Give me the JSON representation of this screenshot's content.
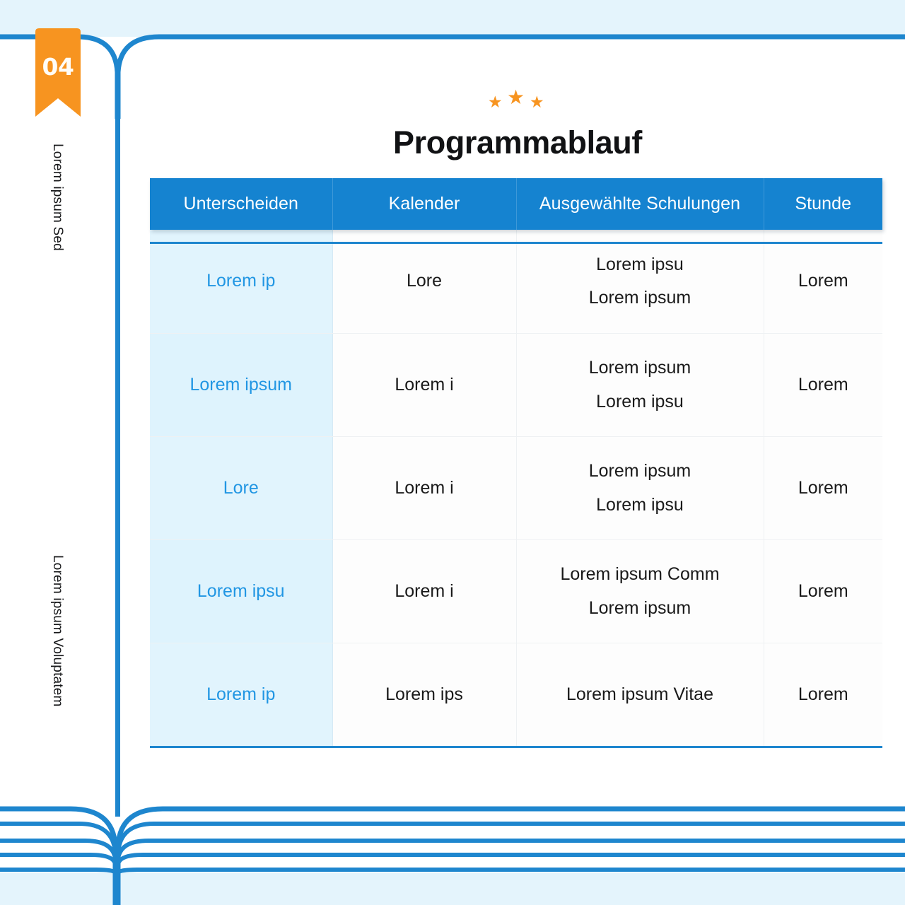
{
  "slide": {
    "number": "04",
    "side_label_top": "Lorem ipsum Sed",
    "side_label_bottom": "Lorem ipsum Voluptatem",
    "title": "Programmablauf",
    "stars": [
      "star-left-icon",
      "star-middle-icon",
      "star-right-icon"
    ]
  },
  "colors": {
    "page_background": "#e4f4fc",
    "page_white": "#ffffff",
    "accent_blue": "#1583d0",
    "line_blue": "#1e86ce",
    "ribbon_orange": "#f79420",
    "first_column_background": "#e1f4fd",
    "first_column_text": "#2196e3",
    "title_text": "#111214"
  },
  "table": {
    "headers": [
      "Unterscheiden",
      "Kalender",
      "Ausgewählte Schulungen",
      "Stunde"
    ],
    "rows": [
      {
        "col1": "Lorem ip",
        "col2": "Lore",
        "col3_line1": "Lorem ipsu",
        "col3_line2": "Lorem ipsum",
        "col4": "Lorem"
      },
      {
        "col1": "Lorem ipsum",
        "col2": "Lorem i",
        "col3_line1": "Lorem ipsum",
        "col3_line2": "Lorem ipsu",
        "col4": "Lorem"
      },
      {
        "col1": "Lore",
        "col2": "Lorem i",
        "col3_line1": "Lorem ipsum",
        "col3_line2": "Lorem ipsu",
        "col4": "Lorem"
      },
      {
        "col1": "Lorem ipsu",
        "col2": "Lorem i",
        "col3_line1": "Lorem ipsum Comm",
        "col3_line2": "Lorem ipsum",
        "col4": "Lorem"
      },
      {
        "col1": "Lorem ip",
        "col2": "Lorem ips",
        "col3_line1": "Lorem ipsum Vitae",
        "col3_line2": "",
        "col4": "Lorem"
      }
    ]
  }
}
